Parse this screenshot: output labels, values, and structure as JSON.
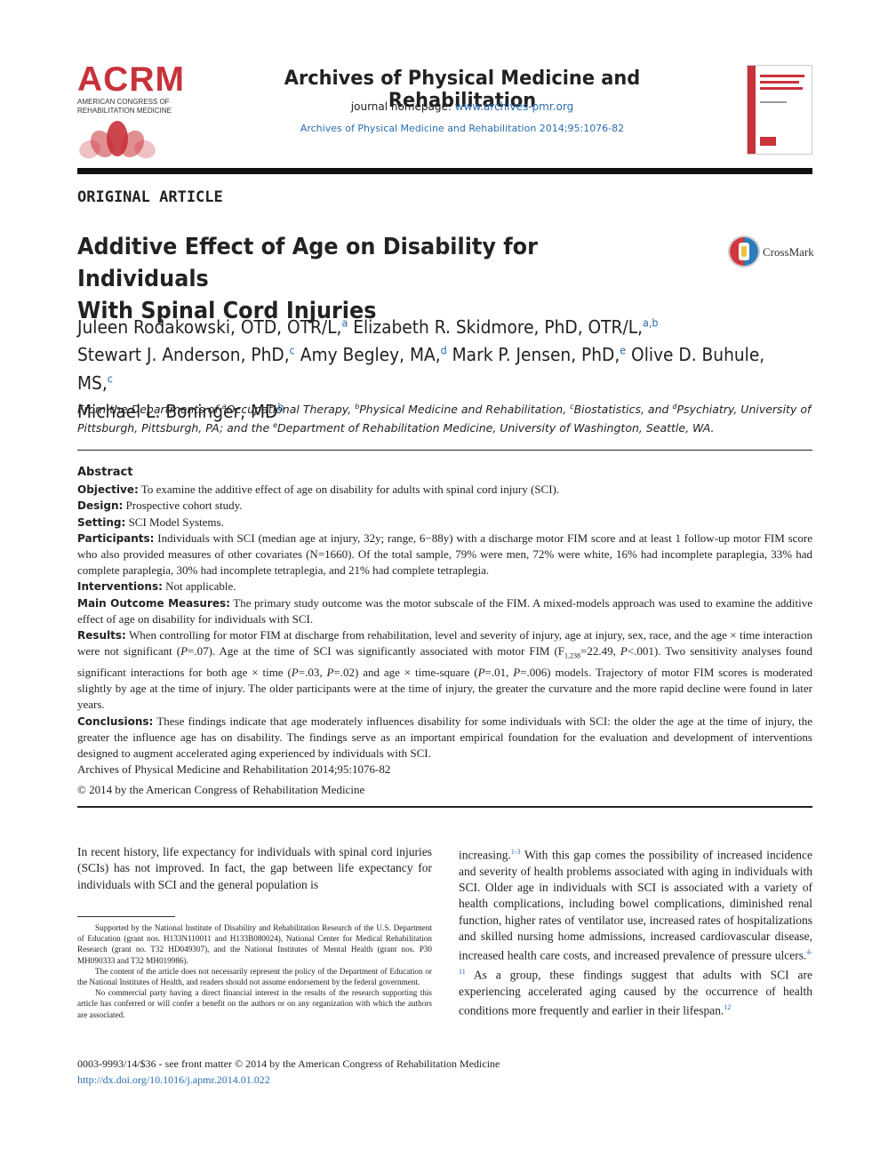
{
  "header": {
    "logo": {
      "acronym": "ACRM",
      "line1": "AMERICAN CONGRESS OF",
      "line2": "REHABILITATION MEDICINE"
    },
    "journal_title": "Archives of Physical Medicine and Rehabilitation",
    "homepage_label": "journal homepage: ",
    "homepage_url": "www.archives-pmr.org",
    "citation": "Archives of Physical Medicine and Rehabilitation 2014;95:1076-82"
  },
  "article": {
    "type": "ORIGINAL ARTICLE",
    "title_line1": "Additive Effect of Age on Disability for Individuals",
    "title_line2": "With Spinal Cord Injuries",
    "crossmark": "CrossMark",
    "authors": [
      {
        "name": "Juleen Rodakowski, OTD, OTR/L,",
        "sup": "a"
      },
      {
        "name": "Elizabeth R. Skidmore, PhD, OTR/L,",
        "sup": "a,b"
      },
      {
        "name": "Stewart J. Anderson, PhD,",
        "sup": "c"
      },
      {
        "name": "Amy Begley, MA,",
        "sup": "d"
      },
      {
        "name": "Mark P. Jensen, PhD,",
        "sup": "e"
      },
      {
        "name": "Olive D. Buhule, MS,",
        "sup": "c"
      },
      {
        "name": "Michael L. Boninger, MD",
        "sup": "b"
      }
    ],
    "affiliation": {
      "t0": "From the Departments of ",
      "s1": "a",
      "t1": "Occupational Therapy, ",
      "s2": "b",
      "t2": "Physical Medicine and Rehabilitation, ",
      "s3": "c",
      "t3": "Biostatistics, and ",
      "s4": "d",
      "t4": "Psychiatry, University of Pittsburgh, Pittsburgh, PA; and the ",
      "s5": "e",
      "t5": "Department of Rehabilitation Medicine, University of Washington, Seattle, WA."
    }
  },
  "abstract": {
    "heading": "Abstract",
    "objective_label": "Objective:",
    "objective": " To examine the additive effect of age on disability for adults with spinal cord injury (SCI).",
    "design_label": "Design:",
    "design": " Prospective cohort study.",
    "setting_label": "Setting:",
    "setting": " SCI Model Systems.",
    "participants_label": "Participants:",
    "participants": " Individuals with SCI (median age at injury, 32y; range, 6−88y) with a discharge motor FIM score and at least 1 follow-up motor FIM score who also provided measures of other covariates (N=1660). Of the total sample, 79% were men, 72% were white, 16% had incomplete paraplegia, 33% had complete paraplegia, 30% had incomplete tetraplegia, and 21% had complete tetraplegia.",
    "interventions_label": "Interventions:",
    "interventions": " Not applicable.",
    "outcome_label": "Main Outcome Measures:",
    "outcome": " The primary study outcome was the motor subscale of the FIM. A mixed-models approach was used to examine the additive effect of age on disability for individuals with SCI.",
    "results_label": "Results:",
    "results_a": " When controlling for motor FIM at discharge from rehabilitation, level and severity of injury, age at injury, sex, race, and the age × time interaction were not significant (",
    "results_p1": "P",
    "results_b": "=.07). Age at the time of SCI was significantly associated with motor FIM (F",
    "results_sub": "1,238",
    "results_c": "=22.49, ",
    "results_p2": "P",
    "results_d": "<.001). Two sensitivity analyses found significant interactions for both age × time (",
    "results_p3": "P",
    "results_e": "=.03, ",
    "results_p4": "P",
    "results_f": "=.02) and age × time-square (",
    "results_p5": "P",
    "results_g": "=.01, ",
    "results_p6": "P",
    "results_h": "=.006) models. Trajectory of motor FIM scores is moderated slightly by age at the time of injury. The older participants were at the time of injury, the greater the curvature and the more rapid decline were found in later years.",
    "conclusions_label": "Conclusions:",
    "conclusions": " These findings indicate that age moderately influences disability for some individuals with SCI: the older the age at the time of injury, the greater the influence age has on disability. The findings serve as an important empirical foundation for the evaluation and development of interventions designed to augment accelerated aging experienced by individuals with SCI.",
    "citation": "Archives of Physical Medicine and Rehabilitation 2014;95:1076-82",
    "copyright": "© 2014 by the American Congress of Rehabilitation Medicine"
  },
  "body": {
    "left_text": "In recent history, life expectancy for individuals with spinal cord injuries (SCIs) has not improved. In fact, the gap between life expectancy for individuals with SCI and the general population is",
    "right_a": "increasing.",
    "right_ref1": "1-3",
    "right_b": " With this gap comes the possibility of increased incidence and severity of health problems associated with aging in individuals with SCI. Older age in individuals with SCI is associated with a variety of health complications, including bowel complications, diminished renal function, higher rates of ventilator use, increased rates of hospitalizations and skilled nursing home admissions, increased cardiovascular disease, increased health care costs, and increased prevalence of pressure ulcers.",
    "right_ref2": "4-11",
    "right_c": " As a group, these findings suggest that adults with SCI are experiencing accelerated aging caused by the occurrence of health conditions more frequently and earlier in their lifespan.",
    "right_ref3": "12"
  },
  "footnotes": {
    "f1": "Supported by the National Institute of Disability and Rehabilitation Research of the U.S. Department of Education (grant nos. H133N110011 and H133B080024), National Center for Medical Rehabilitation Research (grant no. T32 HD049307), and the National Institutes of Mental Health (grant nos. P30 MH090333 and T32 MH019986).",
    "f2": "The content of the article does not necessarily represent the policy of the Department of Education or the National Institutes of Health, and readers should not assume endorsement by the federal government.",
    "f3": "No commercial party having a direct financial interest in the results of the research supporting this article has conferred or will confer a benefit on the authors or on any organization with which the authors are associated."
  },
  "footer": {
    "issn": "0003-9993/14/$36 - see front matter © 2014 by the American Congress of Rehabilitation Medicine",
    "doi": "http://dx.doi.org/10.1016/j.apmr.2014.01.022"
  },
  "colors": {
    "brand_red": "#c8323a",
    "link_blue": "#2a6db0"
  }
}
